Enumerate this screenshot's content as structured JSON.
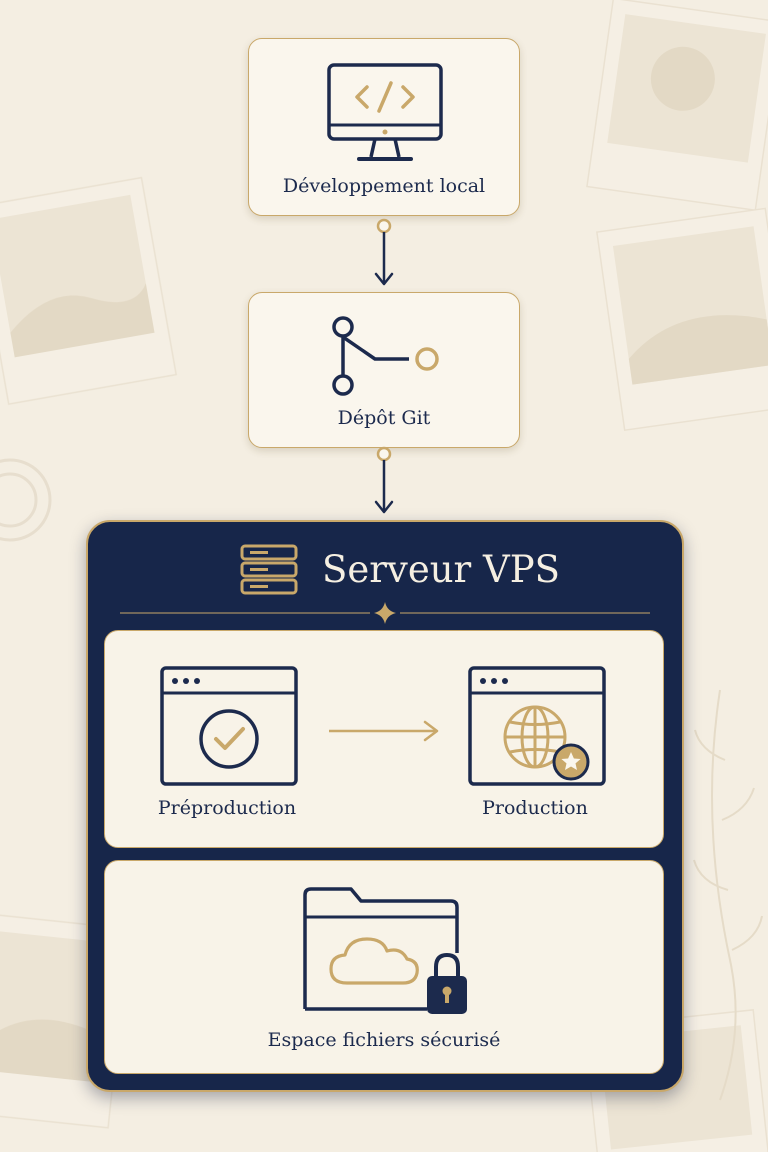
{
  "nodes": {
    "local_dev": {
      "label": "Développement local",
      "icon": "monitor-code-icon"
    },
    "git_repo": {
      "label": "Dépôt Git",
      "icon": "git-branch-icon"
    }
  },
  "server": {
    "title": "Serveur VPS",
    "icon": "server-rack-icon",
    "environments": [
      {
        "label": "Préproduction",
        "icon": "browser-check-icon"
      },
      {
        "label": "Production",
        "icon": "browser-globe-star-icon"
      }
    ],
    "storage": {
      "label": "Espace fichiers sécurisé",
      "icon": "folder-cloud-lock-icon"
    }
  },
  "colors": {
    "navy": "#17264a",
    "gold": "#c9a86a",
    "cream": "#faf6ed",
    "background": "#f4eee2"
  }
}
